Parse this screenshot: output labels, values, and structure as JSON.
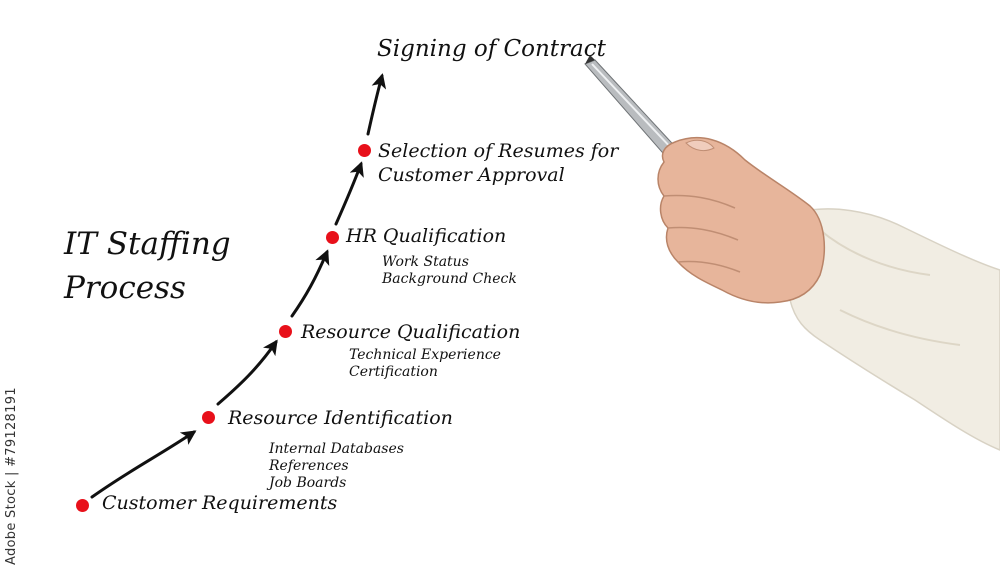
{
  "title": [
    "IT Staffing",
    "Process"
  ],
  "steps": [
    {
      "label": "Customer Requirements",
      "items": []
    },
    {
      "label": "Resource Identification",
      "items": [
        "Internal Databases",
        "References",
        "Job Boards"
      ]
    },
    {
      "label": "Resource Qualification",
      "items": [
        "Technical Experience",
        "Certification"
      ]
    },
    {
      "label": "HR Qualification",
      "items": [
        "Work Status",
        "Background Check"
      ]
    },
    {
      "label": "Selection of Resumes for",
      "label_line2": "Customer Approval",
      "items": []
    },
    {
      "label": "Signing of Contract",
      "items": []
    }
  ],
  "watermark": "Adobe Stock | #79128191",
  "colors": {
    "dot": "#e8101a",
    "ink": "#111111",
    "sleeve": "#f1ede3",
    "skin": "#e7b59b"
  }
}
